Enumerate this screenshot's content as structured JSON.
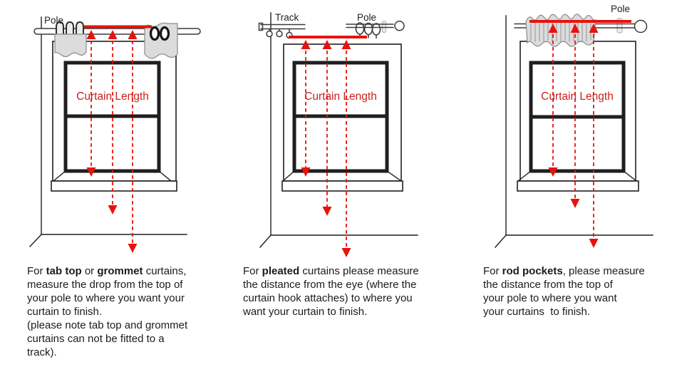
{
  "colors": {
    "measure_red": "#e8120c",
    "curtain_length_red": "#c9211e",
    "ink": "#1f1f1f",
    "caption_ink": "#1b1b1b",
    "fabric": "#dcdcdc",
    "fabric_outline": "#8a8a8a",
    "bg": "#ffffff"
  },
  "panels": [
    {
      "name": "tab-top-grommet",
      "pole_label": "Pole",
      "curtain_length_label": "Curtain Length",
      "caption_lines": [
        [
          {
            "t": "For "
          },
          {
            "t": "tab top",
            "b": true
          },
          {
            "t": " or "
          },
          {
            "t": "grommet",
            "b": true
          },
          {
            "t": " curtains,"
          }
        ],
        [
          {
            "t": "measure the drop from the top of"
          }
        ],
        [
          {
            "t": "your pole to where you want your"
          }
        ],
        [
          {
            "t": "curtain to finish."
          }
        ],
        [
          {
            "t": "(please note tab top and grommet"
          }
        ],
        [
          {
            "t": "curtains can not be fitted to a"
          }
        ],
        [
          {
            "t": "track)."
          }
        ]
      ]
    },
    {
      "name": "pleated",
      "track_label": "Track",
      "pole_label": "Pole",
      "curtain_length_label": "Curtain Length",
      "caption_lines": [
        [
          {
            "t": "For "
          },
          {
            "t": "pleated",
            "b": true
          },
          {
            "t": " curtains please measure"
          }
        ],
        [
          {
            "t": "the distance from the eye (where the"
          }
        ],
        [
          {
            "t": "curtain hook attaches) to where you"
          }
        ],
        [
          {
            "t": "want your curtain to finish."
          }
        ]
      ]
    },
    {
      "name": "rod-pocket",
      "pole_label": "Pole",
      "curtain_length_label": "Curtain Length",
      "caption_lines": [
        [
          {
            "t": "For "
          },
          {
            "t": "rod pockets",
            "b": true
          },
          {
            "t": ", please measure"
          }
        ],
        [
          {
            "t": "the distance from the top of"
          }
        ],
        [
          {
            "t": "your pole to where you want"
          }
        ],
        [
          {
            "t": "your curtains  to finish."
          }
        ]
      ]
    }
  ]
}
